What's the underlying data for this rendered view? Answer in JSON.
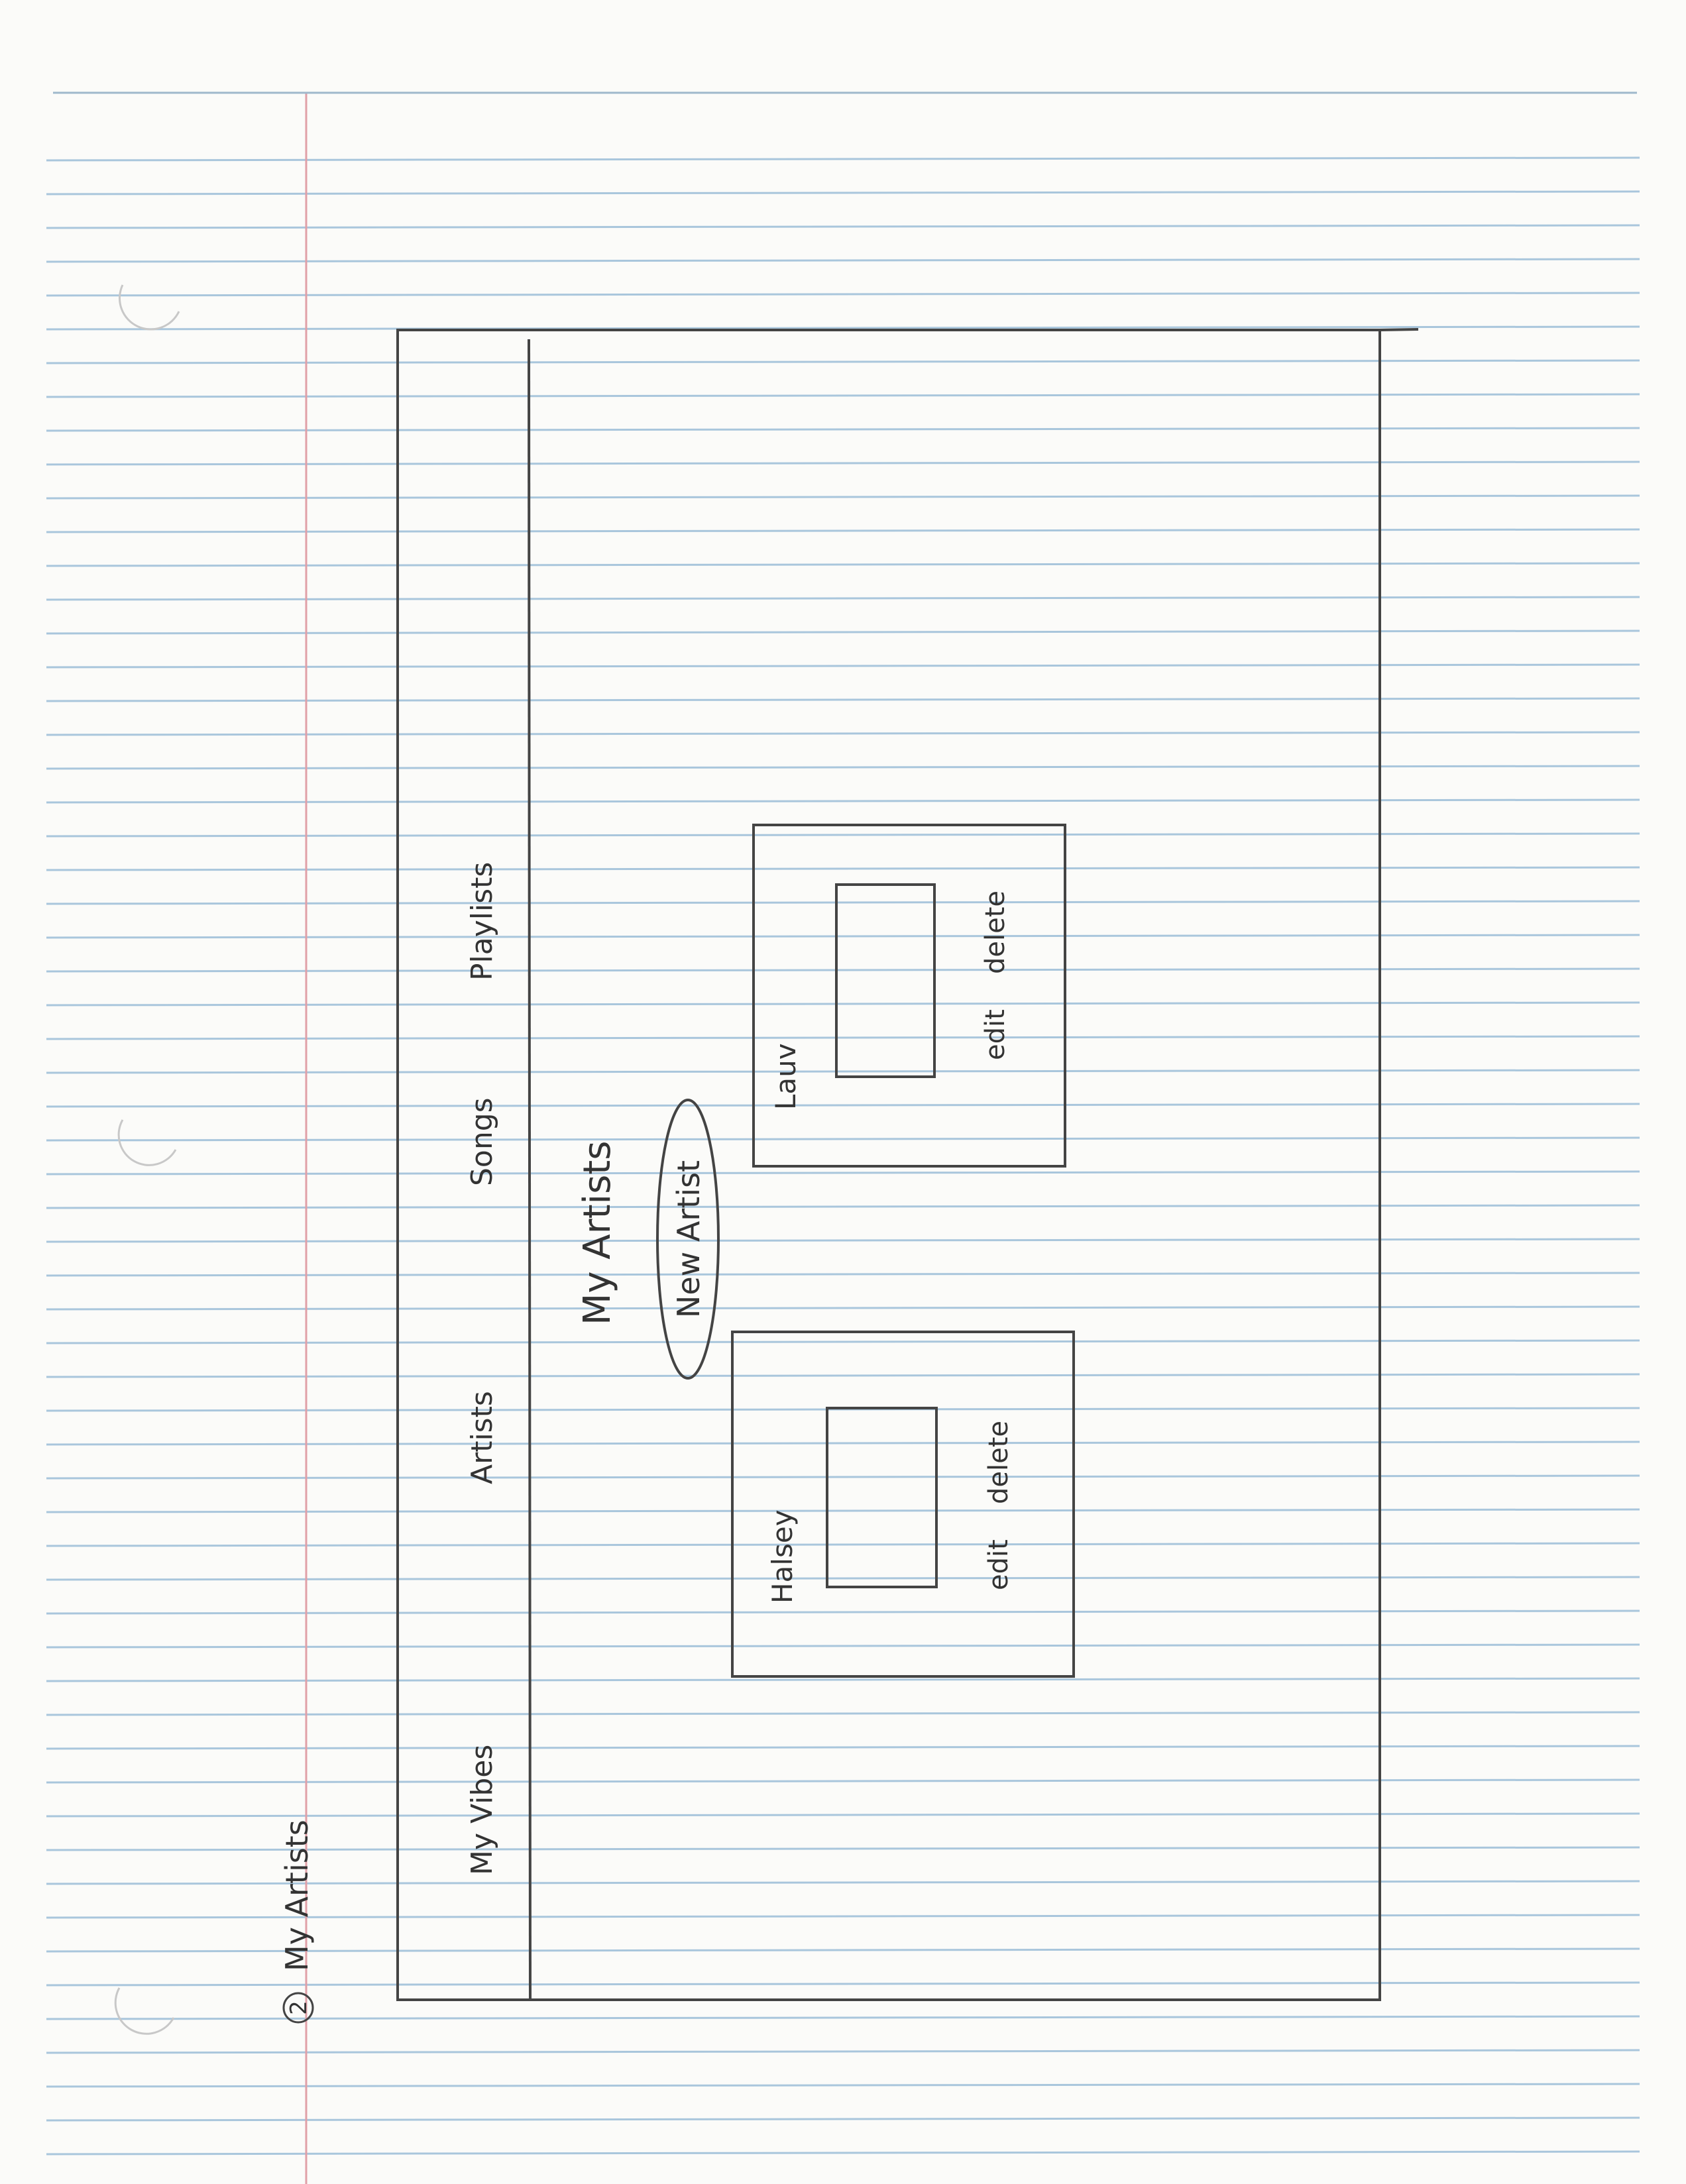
{
  "page": {
    "number": "2",
    "title": "My Artists"
  },
  "wireframe": {
    "nav": {
      "brand": "My Vibes",
      "items": [
        "Artists",
        "Songs",
        "Playlists"
      ]
    },
    "main": {
      "heading": "My Artists",
      "new_button": "New Artist",
      "cards": [
        {
          "name": "Halsey",
          "edit": "edit",
          "delete": "delete"
        },
        {
          "name": "Lauv",
          "edit": "edit",
          "delete": "delete"
        }
      ]
    }
  },
  "colors": {
    "paper": "#fbfbf9",
    "rule_lines": "#a9c6dc",
    "margin_line": "#e0a0a8",
    "pencil": "#444444"
  }
}
